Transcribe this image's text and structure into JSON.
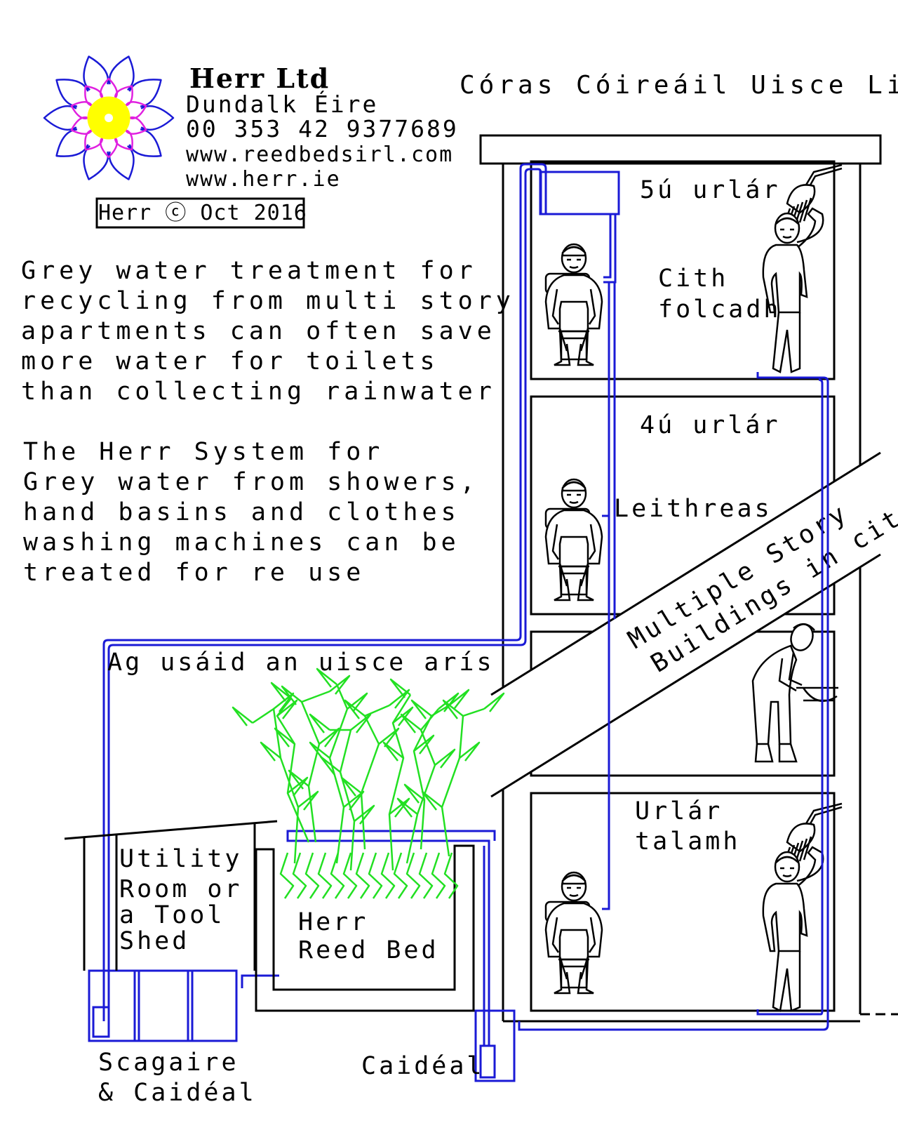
{
  "header": {
    "company_name": "Herr  Ltd",
    "location": "Dundalk Éire",
    "phone": "00 353 42 9377689",
    "website_1": "www.reedbedsirl.com",
    "website_2": "www.herr.ie",
    "copyright": "Herr ⓒ Oct 2016",
    "title": "Córas Cóireáil Uisce Liath"
  },
  "description": {
    "paragraph_1": [
      "Grey water treatment for",
      "recycling from multi story",
      "apartments can often save",
      "more water for toilets",
      "than collecting rainwater"
    ],
    "paragraph_2": [
      "The Herr System for",
      "Grey water from showers,",
      "hand basins and clothes",
      "washing machines can be",
      "treated for re use"
    ]
  },
  "labels": {
    "floor_5": "5ú urlár",
    "shower": [
      "Cith",
      "folcadh"
    ],
    "floor_4": "4ú urlár",
    "toilet": "Leithreas",
    "banner": [
      "Multiple Story",
      "Buildings in cities"
    ],
    "reuse": "Ag usáid an uisce arís",
    "ground_floor": [
      "Urlár",
      "talamh"
    ],
    "utility": [
      "Utility",
      "Room or",
      "a Tool",
      "Shed"
    ],
    "reed_bed": [
      "Herr",
      "Reed Bed"
    ],
    "filter_pump": [
      "Scagaire",
      "& Caidéal"
    ],
    "pump": "Caidéal"
  },
  "colors": {
    "pipes": "#1a1ad6",
    "reeds": "#22e022",
    "flower_outer": "#1a1ad6",
    "flower_middle": "#e020e0",
    "flower_center": "#ffff00"
  }
}
